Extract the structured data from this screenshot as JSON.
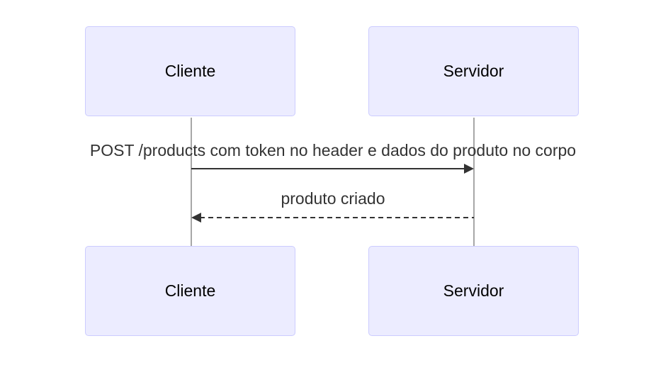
{
  "diagram": {
    "type": "sequence-diagram",
    "actors": [
      {
        "id": "cliente",
        "label": "Cliente"
      },
      {
        "id": "servidor",
        "label": "Servidor"
      }
    ],
    "messages": [
      {
        "from": "Cliente",
        "to": "Servidor",
        "label": "POST /products com token no header e dados do produto no corpo",
        "line_style": "solid",
        "direction": "right"
      },
      {
        "from": "Servidor",
        "to": "Cliente",
        "label": "produto criado",
        "line_style": "dashed",
        "direction": "left"
      }
    ],
    "colors": {
      "background": "#ffffff",
      "actor_fill": "#ECECFF",
      "actor_border": "#CCCCFF",
      "actor_text": "#000000",
      "lifeline": "#a7a7a7",
      "arrow": "#333333",
      "message_text": "#333333"
    }
  }
}
